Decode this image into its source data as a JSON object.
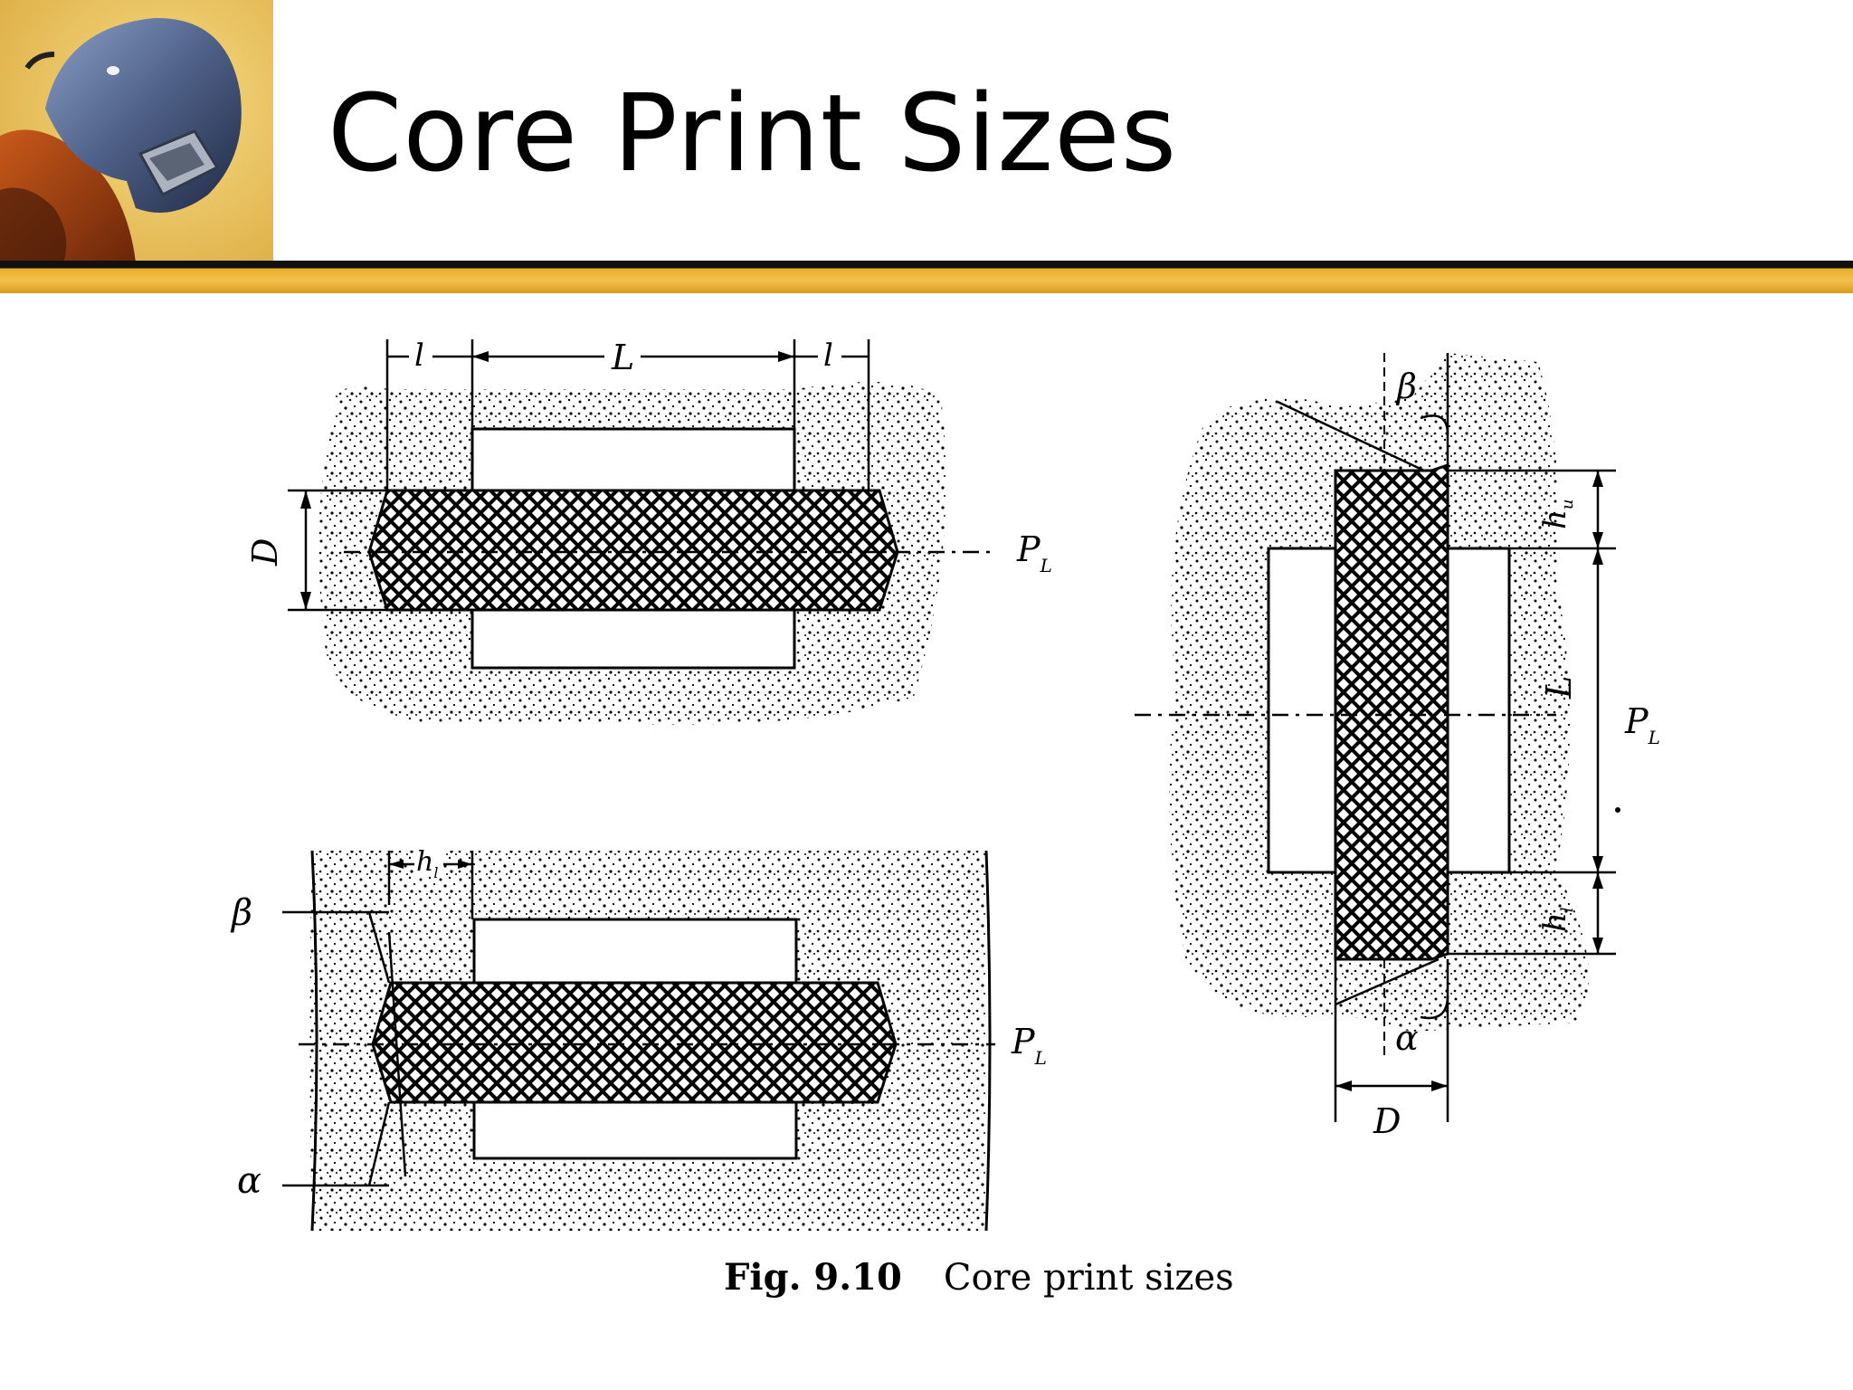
{
  "slide": {
    "title": "Core Print Sizes"
  },
  "figure": {
    "caption_number": "Fig. 9.10",
    "caption_text": "Core print sizes",
    "labels": {
      "l_left": "l",
      "L_top": "L",
      "l_right": "l",
      "D_top": "D",
      "PL_top": "P",
      "PL_top_sub": "L",
      "beta_bottom": "β",
      "alpha_bottom": "α",
      "h1_bottom": "h",
      "h1_bottom_sub": "l",
      "PL_bottom": "P",
      "PL_bottom_sub": "L",
      "beta_right": "β",
      "hu_right": "h",
      "hu_right_sub": "u",
      "L_right": "L",
      "PL_right": "P",
      "PL_right_sub": "L",
      "hl_right": "h",
      "hl_right_sub": "l",
      "alpha_right": "α",
      "D_right": "D"
    }
  },
  "colors": {
    "accent_bar": "#f3c14a",
    "line": "#000000"
  },
  "icons": [
    "welder-mask-logo"
  ]
}
